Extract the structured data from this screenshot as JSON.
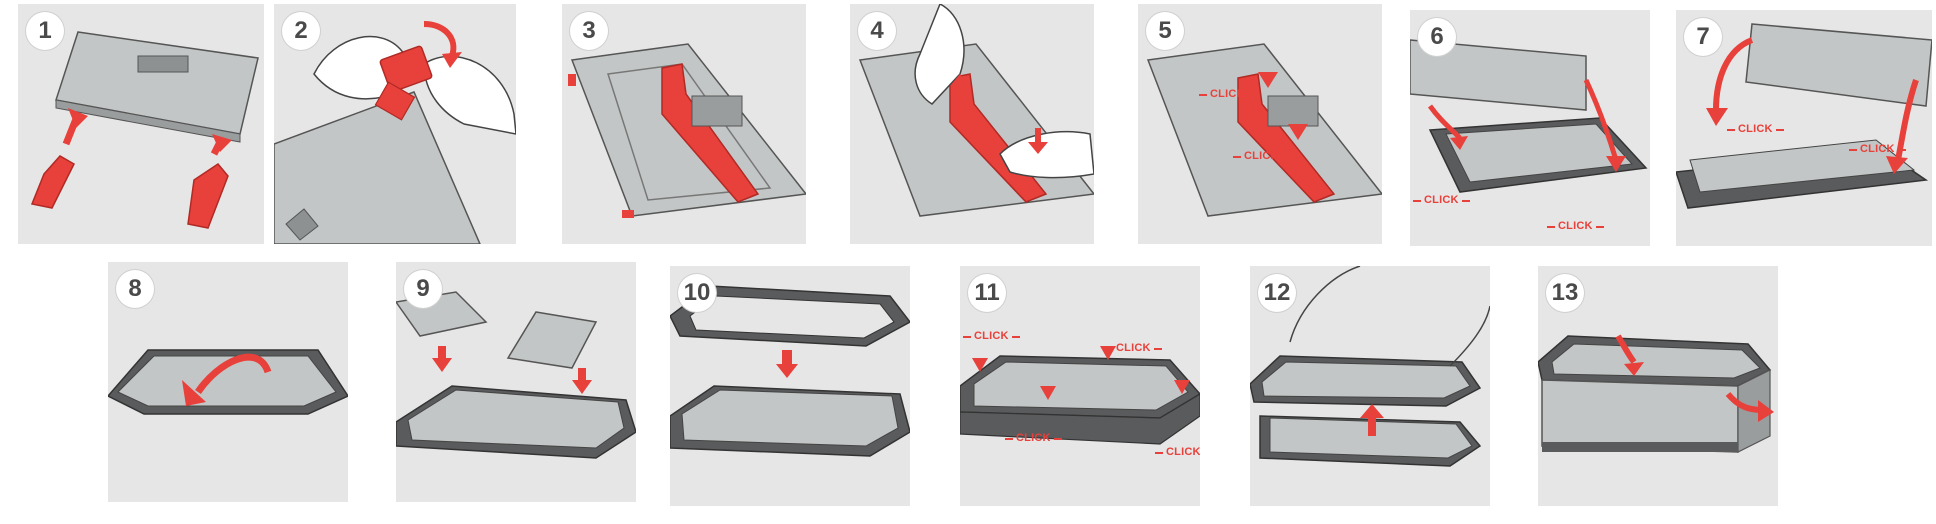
{
  "steps": [
    {
      "number": "1"
    },
    {
      "number": "2"
    },
    {
      "number": "3"
    },
    {
      "number": "4"
    },
    {
      "number": "5"
    },
    {
      "number": "6"
    },
    {
      "number": "7"
    },
    {
      "number": "8"
    },
    {
      "number": "9"
    },
    {
      "number": "10"
    },
    {
      "number": "11"
    },
    {
      "number": "12"
    },
    {
      "number": "13"
    }
  ],
  "click_label": "CLICK",
  "colors": {
    "panel_bg": "#e6e6e6",
    "light_part": "#c3c6c6",
    "dark_part": "#5a5b5d",
    "accent": "#e8403a",
    "outline": "#555555"
  }
}
